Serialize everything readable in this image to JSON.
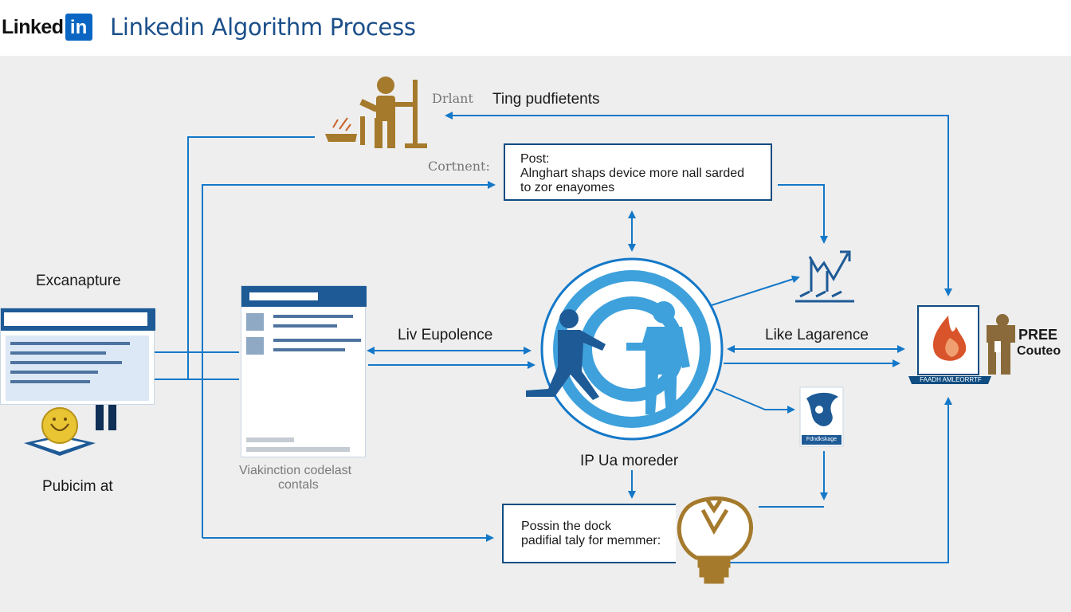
{
  "header": {
    "logo_word": "Linked",
    "logo_in": "in",
    "title": "Linkedin Algorithm Process"
  },
  "labels": {
    "drlant": "Drlant",
    "top_feedback": "Ting pudfietents",
    "content": "Cortnent:",
    "left_title": "Excanapture",
    "left_bottom": "Pubicim at",
    "mid_caption_line1": "Viakinction codelast",
    "mid_caption_line2": "contals",
    "center_left_flow": "Liv Eupolence",
    "center_right_flow": "Like Lagarence",
    "center_bottom": "IP Ua moreder",
    "right_icon_label": "PREE",
    "right_icon_label2": "Couteo",
    "banner_text": "FAADH AMLEORRTF",
    "small_badge": "Fdndkskage"
  },
  "post_box": {
    "heading": "Post:",
    "line1": "Alnghart shaps device more nall sarded",
    "line2": "to zor enayomes"
  },
  "bottom_box": {
    "line1": "Possin the dock",
    "line2": "padifial taly for memmer:"
  },
  "colors": {
    "arrow_blue": "#1478c8",
    "dark_blue": "#0f4c81",
    "mid_blue": "#1e5a96",
    "light_blue": "#3ea1dc",
    "gold": "#a57a2c",
    "yellow": "#e9c433",
    "background": "#eeeeee"
  },
  "icons": [
    "person-with-lever-icon",
    "person-icon",
    "smiley-coin-icon",
    "two-people-handshake-icon",
    "growth-chart-icon",
    "fire-badge-icon",
    "person-brown-icon",
    "bird-badge-icon",
    "lightbulb-icon"
  ]
}
